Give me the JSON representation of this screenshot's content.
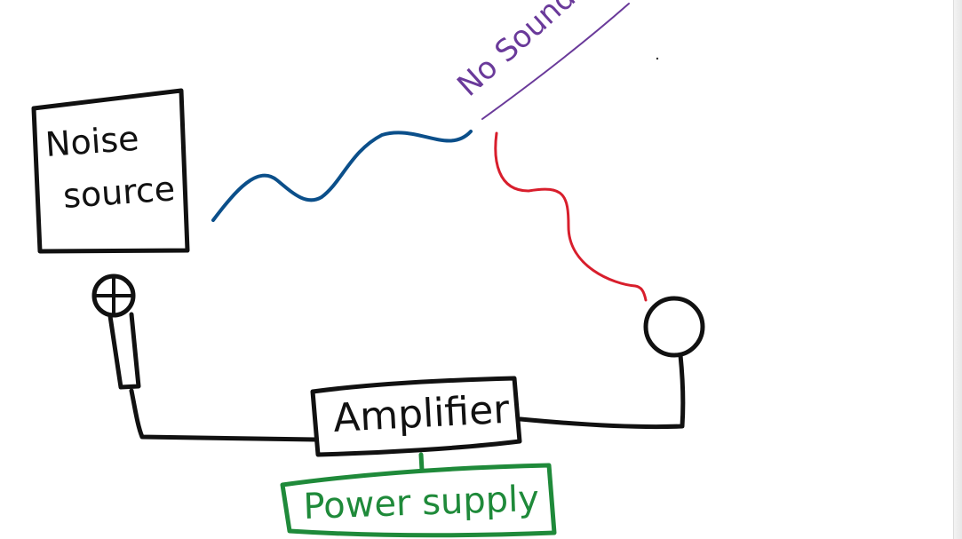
{
  "labels": {
    "noise_line1": "Noise",
    "noise_line2": "source",
    "amplifier": "Amplifier",
    "power_supply": "Power supply",
    "no_sound": "No Sound"
  },
  "colors": {
    "outline": "#111111",
    "sound_wave_in": "#0b4f8a",
    "sound_wave_out": "#d81e2c",
    "power": "#1f8a3a",
    "annotation": "#6a3a9a"
  }
}
